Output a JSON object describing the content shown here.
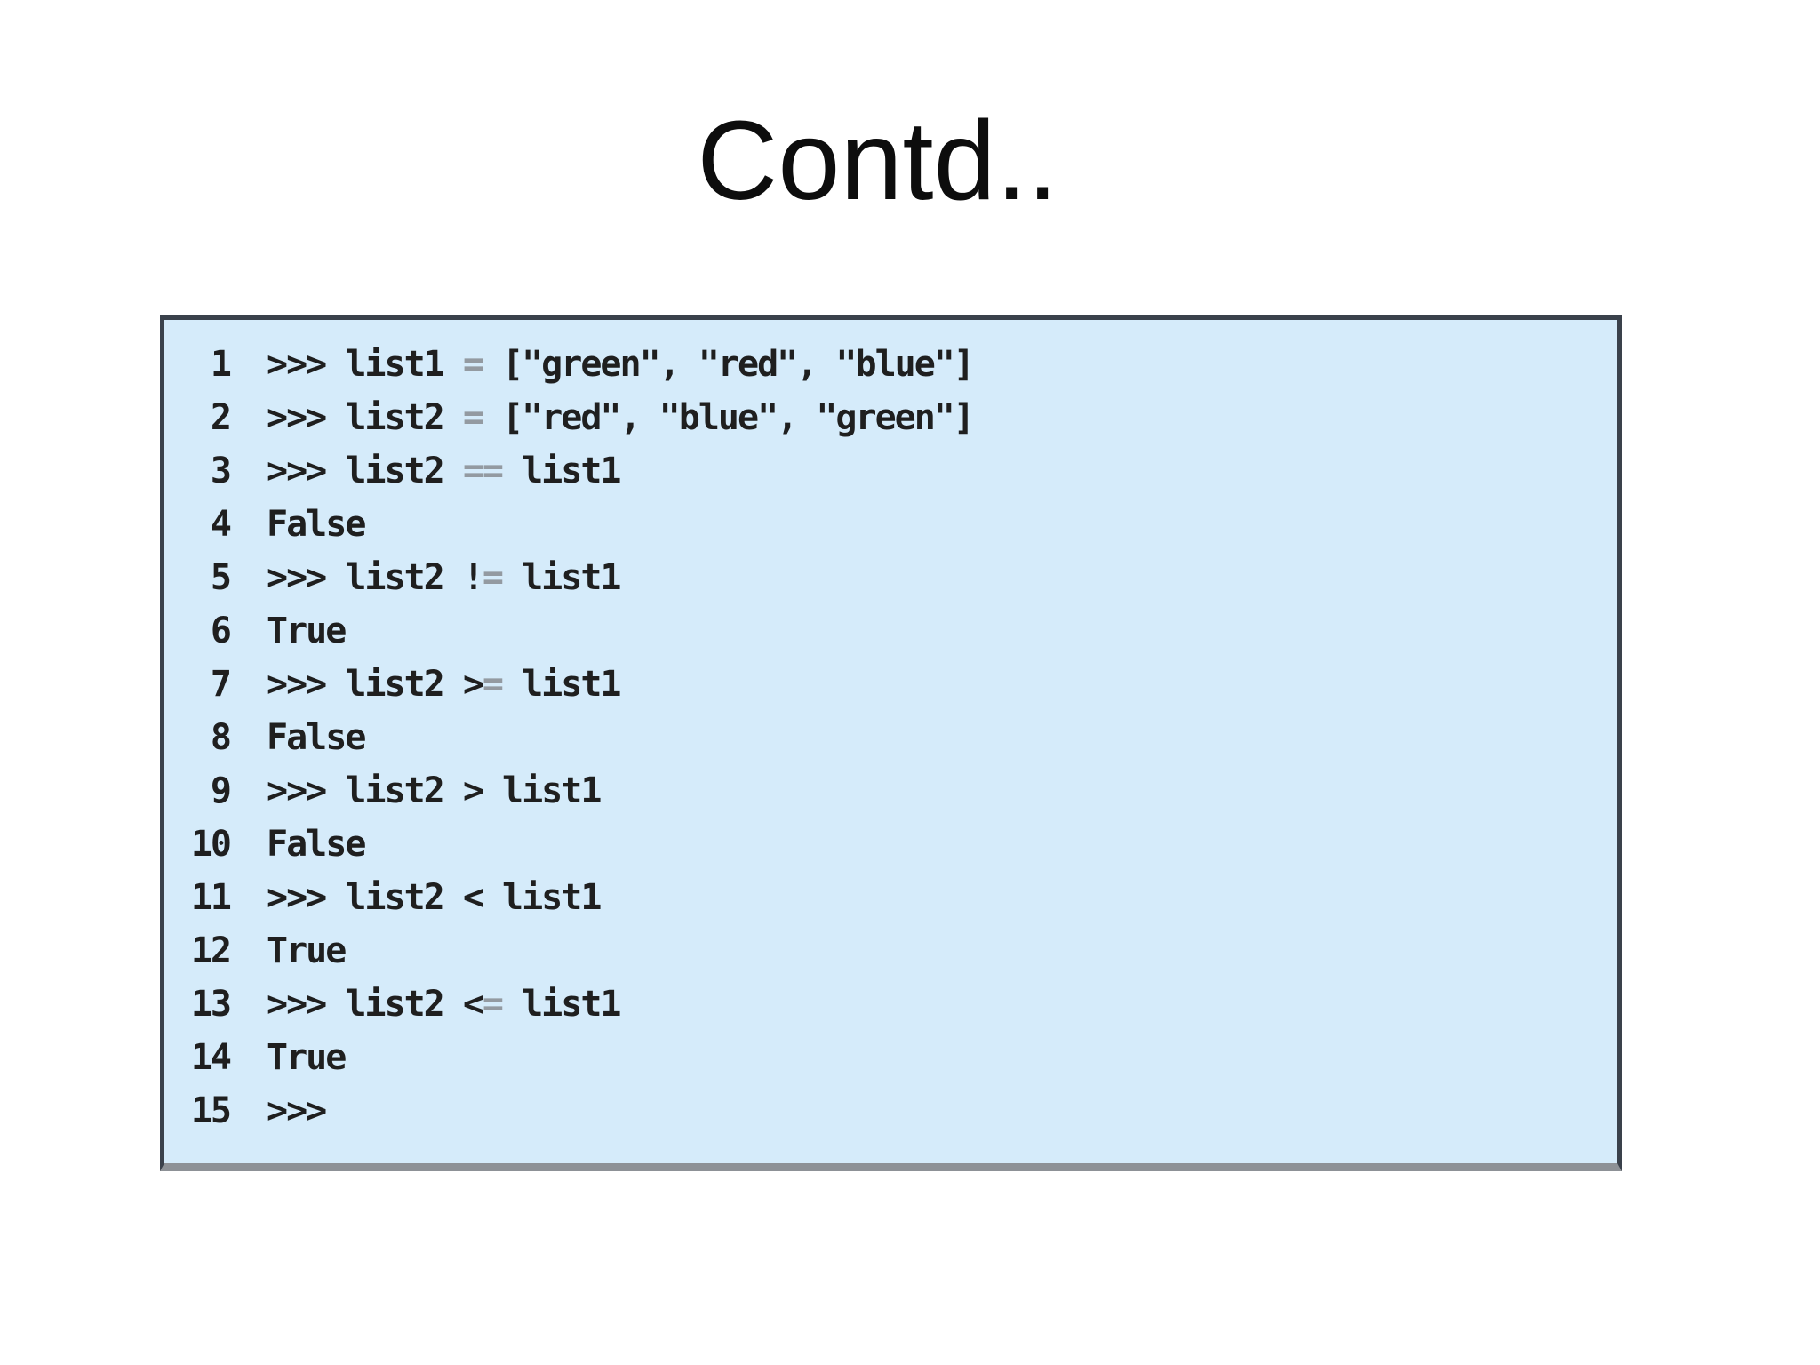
{
  "slide": {
    "title": "Contd.."
  },
  "code_panel": {
    "colors": {
      "background": "#d5ebfa",
      "border": "#3a414b",
      "border_bottom": "#8d9196",
      "text": "#1f1f1f",
      "operator_gray": "#939aa1"
    },
    "lines": [
      {
        "num": "1",
        "parts": [
          {
            "t": ">>> list1 ",
            "op": false
          },
          {
            "t": "=",
            "op": true
          },
          {
            "t": " [\"green\", \"red\", \"blue\"]",
            "op": false
          }
        ]
      },
      {
        "num": "2",
        "parts": [
          {
            "t": ">>> list2 ",
            "op": false
          },
          {
            "t": "=",
            "op": true
          },
          {
            "t": " [\"red\", \"blue\", \"green\"]",
            "op": false
          }
        ]
      },
      {
        "num": "3",
        "parts": [
          {
            "t": ">>> list2 ",
            "op": false
          },
          {
            "t": "==",
            "op": true
          },
          {
            "t": " list1",
            "op": false
          }
        ]
      },
      {
        "num": "4",
        "parts": [
          {
            "t": "False",
            "op": false
          }
        ]
      },
      {
        "num": "5",
        "parts": [
          {
            "t": ">>> list2 !",
            "op": false
          },
          {
            "t": "=",
            "op": true
          },
          {
            "t": " list1",
            "op": false
          }
        ]
      },
      {
        "num": "6",
        "parts": [
          {
            "t": "True",
            "op": false
          }
        ]
      },
      {
        "num": "7",
        "parts": [
          {
            "t": ">>> list2 >",
            "op": false
          },
          {
            "t": "=",
            "op": true
          },
          {
            "t": " list1",
            "op": false
          }
        ]
      },
      {
        "num": "8",
        "parts": [
          {
            "t": "False",
            "op": false
          }
        ]
      },
      {
        "num": "9",
        "parts": [
          {
            "t": ">>> list2 > list1",
            "op": false
          }
        ]
      },
      {
        "num": "10",
        "parts": [
          {
            "t": "False",
            "op": false
          }
        ]
      },
      {
        "num": "11",
        "parts": [
          {
            "t": ">>> list2 < list1",
            "op": false
          }
        ]
      },
      {
        "num": "12",
        "parts": [
          {
            "t": "True",
            "op": false
          }
        ]
      },
      {
        "num": "13",
        "parts": [
          {
            "t": ">>> list2 <",
            "op": false
          },
          {
            "t": "=",
            "op": true
          },
          {
            "t": " list1",
            "op": false
          }
        ]
      },
      {
        "num": "14",
        "parts": [
          {
            "t": "True",
            "op": false
          }
        ]
      },
      {
        "num": "15",
        "parts": [
          {
            "t": ">>>",
            "op": false
          }
        ]
      }
    ]
  }
}
